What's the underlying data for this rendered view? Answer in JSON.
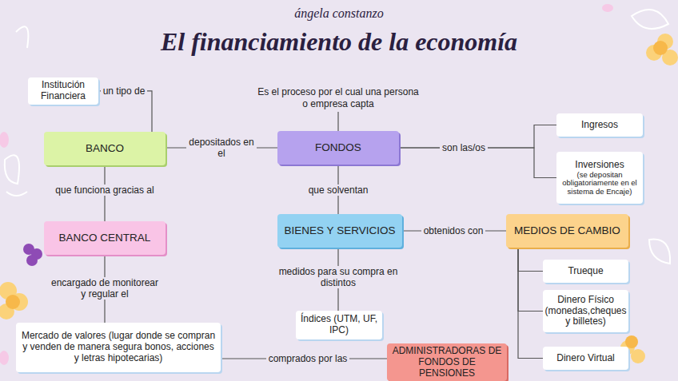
{
  "diagram": {
    "title": "El financiamiento de la economía",
    "nodes": [
      {
        "text": [
          "Institución Financiera"
        ]
      },
      {
        "text": [
          "BANCO"
        ]
      },
      {
        "text": [
          "FONDOS"
        ]
      },
      {
        "text": [
          "Ingresos"
        ]
      },
      {
        "text": [
          "Inversiones",
          "(se depositan obligatoriamente en el sistema de Encaje)"
        ]
      },
      {
        "text": [
          "BANCO CENTRAL"
        ]
      },
      {
        "text": [
          "BIENES Y SERVICIOS"
        ]
      },
      {
        "text": [
          "MEDIOS DE CAMBIO"
        ]
      },
      {
        "text": [
          "Trueque"
        ]
      },
      {
        "text": [
          "Dinero Físico (monedas,cheques y billetes)"
        ]
      },
      {
        "text": [
          "Mercado de valores (lugar donde se compran y venden de manera segura bonos, acciones y letras hipotecarias)"
        ]
      },
      {
        "text": [
          "Índices (UTM, UF, IPC)"
        ]
      },
      {
        "text": [
          "Dinero Virtual"
        ]
      },
      {
        "text": [
          "ADMINISTRADORAS DE FONDOS DE PENSIONES"
        ]
      }
    ],
    "edges": [
      {
        "from": 1,
        "to": 0,
        "label": "un tipo de",
        "arrow": "none"
      },
      {
        "from": 2,
        "to": 1,
        "label": "depositados en el",
        "arrow": "none"
      },
      {
        "from": 2,
        "to": 3,
        "label": "son las/os",
        "arrow": "none"
      },
      {
        "from": 2,
        "to": 4,
        "arrow": "none"
      },
      {
        "from": 1,
        "to": 5,
        "label": "que funciona gracias al",
        "arrow": "none"
      },
      {
        "from": 2,
        "to": 6,
        "label": "que solventan",
        "arrow": "none"
      },
      {
        "from": 6,
        "to": 7,
        "label": "obtenidos con",
        "arrow": "none"
      },
      {
        "from": 7,
        "to": 8,
        "arrow": "none"
      },
      {
        "from": 7,
        "to": 9,
        "arrow": "none"
      },
      {
        "from": 7,
        "to": 12,
        "arrow": "none"
      },
      {
        "from": 5,
        "to": 10,
        "label": "encargado de monitorear y regular el",
        "arrow": "none"
      },
      {
        "from": 6,
        "to": 11,
        "label": "medidos para su compra en distintos",
        "arrow": "none"
      },
      {
        "from": 10,
        "to": 13,
        "label": "comprados por las",
        "arrow": "none"
      }
    ],
    "labels": [
      "ángela constanzo",
      "Es el proceso por el cual una persona o empresa capta"
    ]
  }
}
